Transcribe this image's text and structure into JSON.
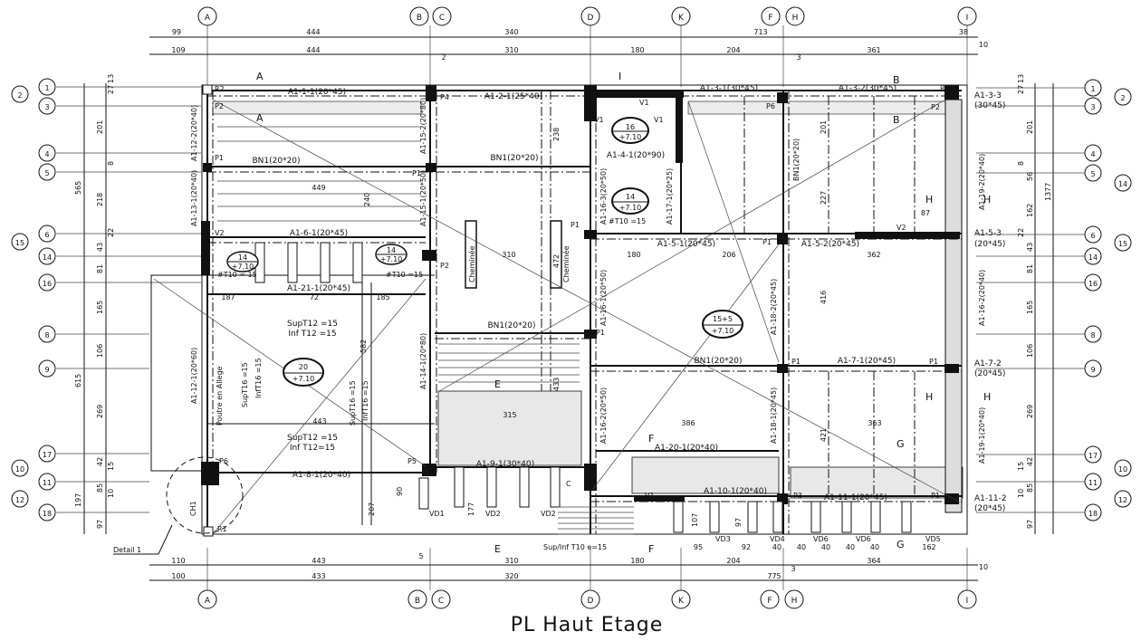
{
  "title": "PL Haut Etage",
  "axes_top": [
    "A",
    "B",
    "C",
    "D",
    "K",
    "F",
    "H",
    "I"
  ],
  "axes_bottom": [
    "A",
    "B",
    "C",
    "D",
    "K",
    "F",
    "H",
    "I"
  ],
  "axes_left": [
    "1",
    "2",
    "3",
    "4",
    "5",
    "6",
    "15",
    "14",
    "16",
    "8",
    "9",
    "17",
    "10",
    "11",
    "12",
    "18"
  ],
  "axes_right": [
    "1",
    "2",
    "3",
    "4",
    "5",
    "14",
    "6",
    "15",
    "14",
    "16",
    "8",
    "9",
    "17",
    "10",
    "11",
    "12",
    "18"
  ],
  "dims_top_row1": [
    "99",
    "444",
    "340",
    "713",
    "38"
  ],
  "dims_top_row2": [
    "109",
    "444",
    "2",
    "310",
    "180",
    "204",
    "3",
    "361",
    "10"
  ],
  "dims_bottom_row1": [
    "110",
    "443",
    "5",
    "310",
    "180",
    "204",
    "364",
    "10"
  ],
  "dims_bottom_row2": [
    "100",
    "433",
    "320",
    "775",
    "3"
  ],
  "dims_left": [
    "13",
    "27",
    "201",
    "8",
    "218",
    "565",
    "22",
    "43",
    "81",
    "165",
    "106",
    "615",
    "269",
    "42",
    "15",
    "85",
    "10",
    "197",
    "97"
  ],
  "dims_right": [
    "13",
    "27",
    "201",
    "8",
    "56",
    "1377",
    "162",
    "22",
    "43",
    "81",
    "165",
    "106",
    "269",
    "42",
    "15",
    "85",
    "10",
    "97"
  ],
  "beams": [
    "A1-1-1(20*45)",
    "A1-2-1(25*40)",
    "A1-3-1(30*45)",
    "A1-3-2(30*45)",
    "A1-3-3",
    "(30*45)",
    "BN1(20*20)",
    "BN1(20*20)",
    "A1-4-1(20*90)",
    "A1-6-1(20*45)",
    "A1-5-1(20*45)",
    "A1-5-2(20*45)",
    "A1-5-3",
    "(20*45)",
    "A1-21-1(20*45)",
    "BN1(20*20)",
    "BN1(20*20)",
    "A1-7-1(20*45)",
    "A1-7-2",
    "(20*45)",
    "A1-20-1(20*40)",
    "A1-8-1(20*40)",
    "A1-9-1(30*40)",
    "A1-10-1(20*40)",
    "A1-11-1(20*45)",
    "A1-11-2",
    "(20*45)"
  ],
  "vbeams": [
    "A1-12-2(20*40)",
    "A1-13-1(20*40)",
    "A1-15-2(20*80)",
    "A1-15-1(20*50)",
    "A1-16-3(20*50)",
    "A1-17-1(20*25)",
    "BN1(20*20)",
    "A1-19-2(20*40)",
    "A1-16-1(20*50)",
    "A1-18-2(20*45)",
    "A1-16-2(20*40)",
    "A1-12-1(20*60)",
    "A1-14-1(20*80)",
    "A1-16-2(20*50)",
    "A1-18-1(20*45)",
    "A1-19-1(20*40)",
    "Poutre en Allege",
    "Cheminée",
    "Cheminée"
  ],
  "labels": {
    "p1": "P1",
    "p2": "P2",
    "p3": "P3",
    "p4": "P4",
    "p5": "P5",
    "p6": "P6",
    "r1": "R1",
    "r2": "R2",
    "r3": "R3",
    "v1": "V1",
    "v2": "V2",
    "vd1": "VD1",
    "vd2": "VD2",
    "vd3": "VD3",
    "vd4": "VD4",
    "vd5": "VD5",
    "vd6": "VD6",
    "ch1": "CH1",
    "detail": "Detail 1",
    "sec_a": "A",
    "sec_b": "B",
    "sec_e": "E",
    "sec_f": "F",
    "sec_g": "G",
    "sec_h": "H",
    "sec_i": "I",
    "sec_c": "C",
    "sup1": "SupT12 =15",
    "inf1": "Inf T12 =15",
    "sup2": "SupT12 =15",
    "inf2": "Inf T12=15",
    "supT16a": "SupT16 =15",
    "infT16a": "InfT16 =15",
    "supT16b": "SupT16 =15",
    "infT16b": "InfT16 =15",
    "supinf": "Sup/Inf T10 e=15",
    "t10a": "#T10 =15",
    "t10b": "#T10 = 15",
    "t10c": "#T10 =15"
  },
  "slabs": [
    {
      "num": "16",
      "lvl": "+7.10"
    },
    {
      "num": "14",
      "lvl": "+7.10"
    },
    {
      "num": "20",
      "lvl": "+7.10"
    },
    {
      "num": "15+5",
      "lvl": "+7.10"
    },
    {
      "num": "14",
      "lvl": "+7.10"
    },
    {
      "num": "14",
      "lvl": "+7.10"
    }
  ],
  "inner_dims": [
    "449",
    "310",
    "180",
    "206",
    "362",
    "187",
    "72",
    "185",
    "443",
    "386",
    "363",
    "87",
    "315",
    "95",
    "92",
    "40",
    "40",
    "40",
    "40",
    "40",
    "162",
    "107",
    "97",
    "177",
    "207",
    "90",
    "582",
    "240",
    "238",
    "472",
    "433",
    "416",
    "421",
    "201",
    "227"
  ]
}
